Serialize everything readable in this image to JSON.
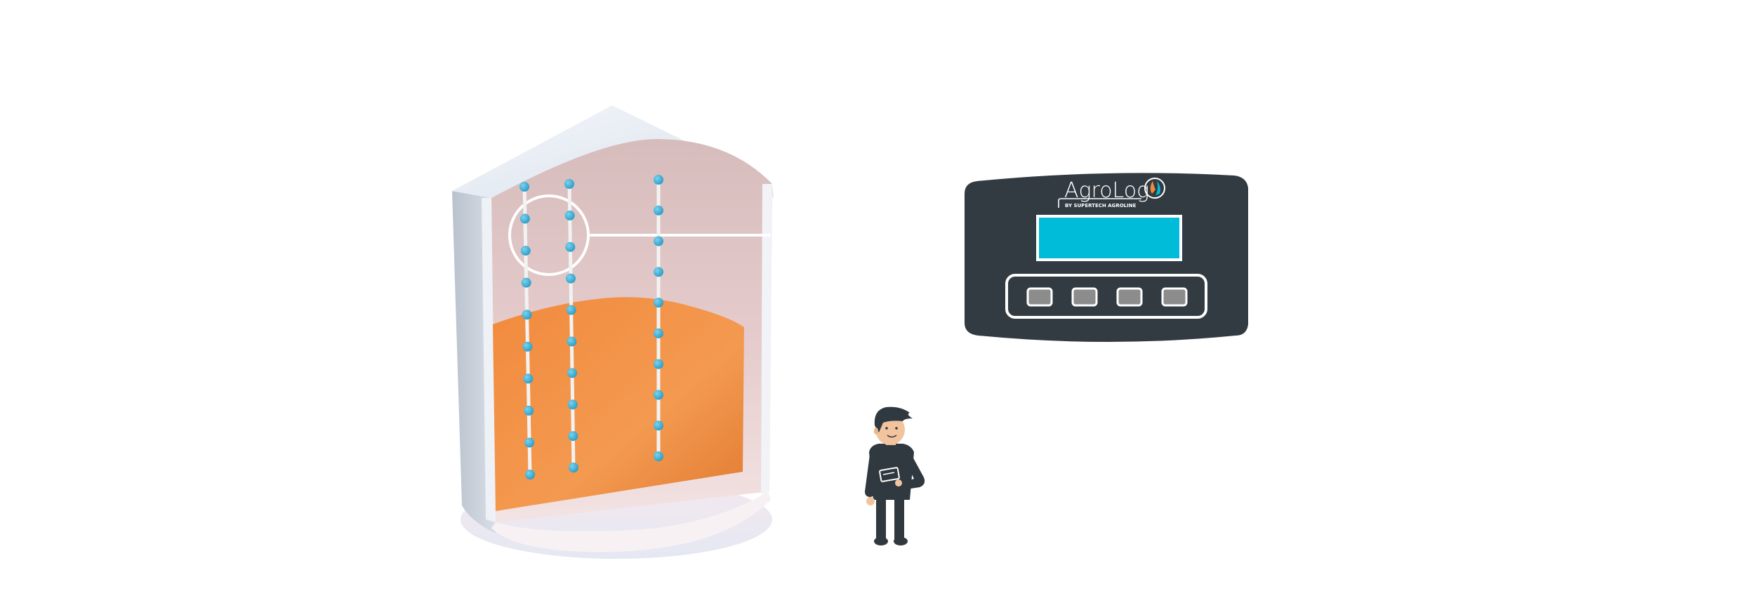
{
  "controller": {
    "brand_name": "AgroLog",
    "brand_tagline": "BY SUPERTECH AGROLINE",
    "button_count": 4
  },
  "colors": {
    "background": "#ffffff",
    "silo_wall": "#dde3ec",
    "grain": "#f08a3e",
    "sensor": "#3aaad2",
    "panel": "#323b42",
    "screen": "#00bcd8",
    "button": "#8c8c8c",
    "person_dark": "#2f393f",
    "skin": "#f2c49e"
  },
  "icons": [
    "silo-cutaway-illustration",
    "temperature-sensor-cable",
    "agrolog-logo-icon",
    "person-with-tablet-illustration"
  ]
}
